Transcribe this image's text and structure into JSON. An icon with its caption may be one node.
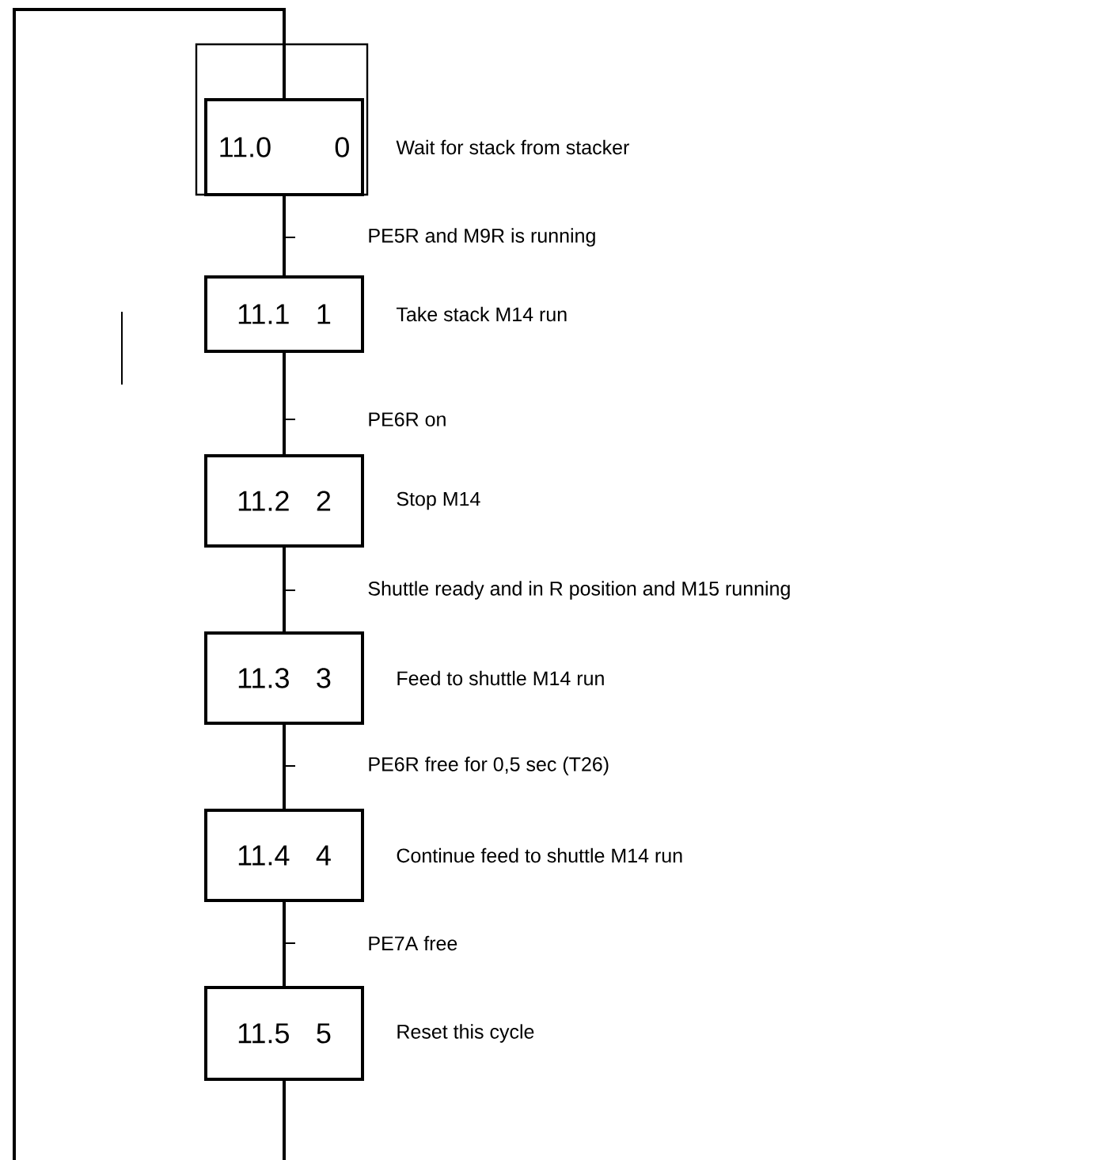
{
  "diagram": {
    "nodes": [
      {
        "text": [
          "11.0",
          "0"
        ],
        "beside": [
          "Wait for stack from stacker"
        ]
      },
      {
        "text": [
          "11.1",
          "1"
        ],
        "beside": [
          "Take stack M14 run"
        ]
      },
      {
        "text": [
          "11.2",
          "2"
        ],
        "beside": [
          "Stop M14"
        ]
      },
      {
        "text": [
          "11.3",
          "3"
        ],
        "beside": [
          "Feed to shuttle M14 run"
        ]
      },
      {
        "text": [
          "11.4",
          "4"
        ],
        "beside": [
          "Continue feed to shuttle M14 run"
        ]
      },
      {
        "text": [
          "11.5",
          "5"
        ],
        "beside": [
          "Reset this cycle"
        ]
      }
    ],
    "edges": [
      {
        "from": 0,
        "to": 1,
        "arrow": "none",
        "label": "PE5R and M9R is running"
      },
      {
        "from": 1,
        "to": 2,
        "arrow": "none",
        "label": "PE6R on"
      },
      {
        "from": 2,
        "to": 3,
        "arrow": "none",
        "label": "Shuttle ready and in R position and M15 running"
      },
      {
        "from": 3,
        "to": 4,
        "arrow": "none",
        "label": "PE6R free for 0,5 sec (T26)"
      },
      {
        "from": 4,
        "to": 5,
        "arrow": "none",
        "label": "PE7A free"
      },
      {
        "from": 5,
        "to": null,
        "arrow": "none"
      },
      {
        "from": null,
        "to": 0,
        "arrow": "none"
      }
    ]
  }
}
